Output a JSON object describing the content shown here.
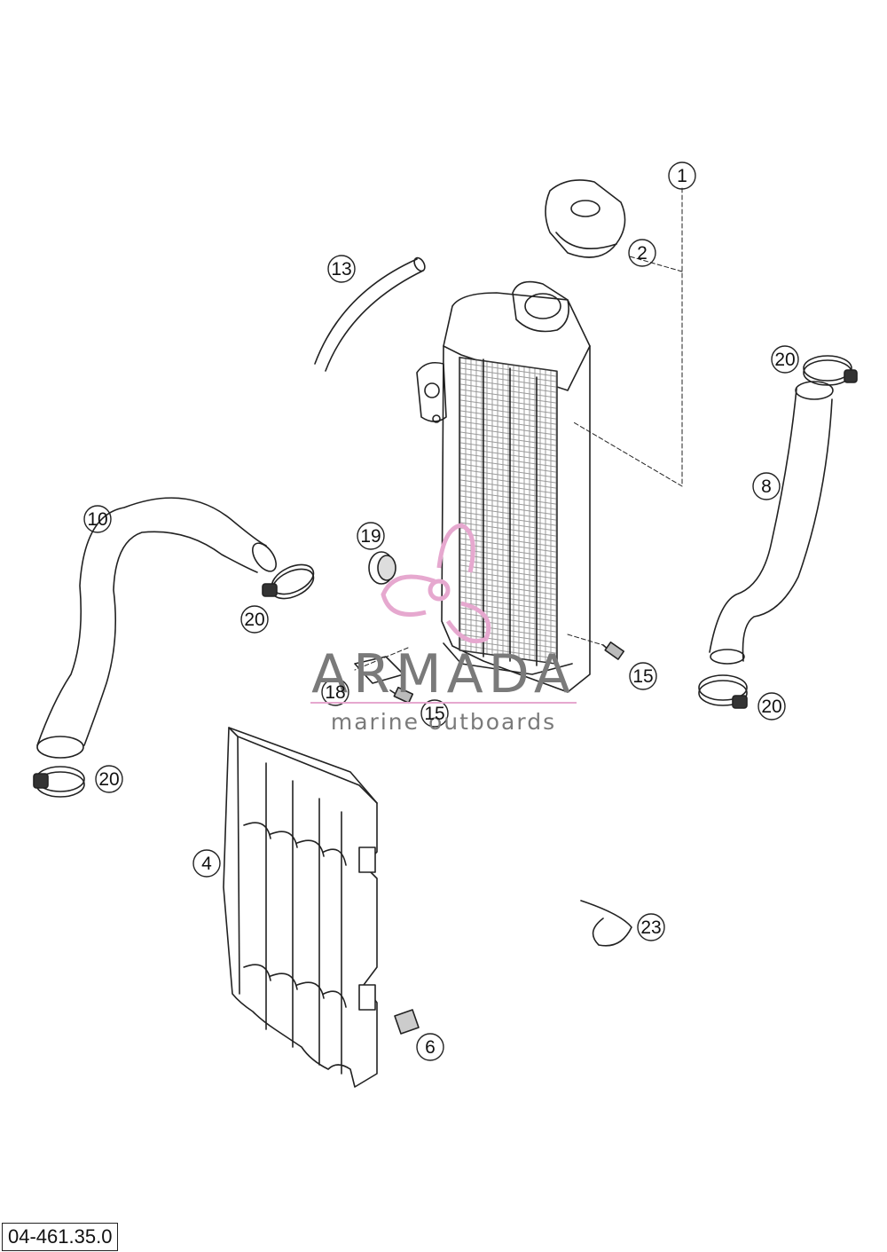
{
  "diagram": {
    "document_number": "04-461.35.0",
    "callouts": [
      "1",
      "2",
      "4",
      "6",
      "8",
      "10",
      "13",
      "15",
      "18",
      "19",
      "20",
      "23"
    ],
    "watermark": {
      "title": "ARMADA",
      "subtitle": "marine outboards",
      "logo_color": "#e6a8cf"
    }
  }
}
